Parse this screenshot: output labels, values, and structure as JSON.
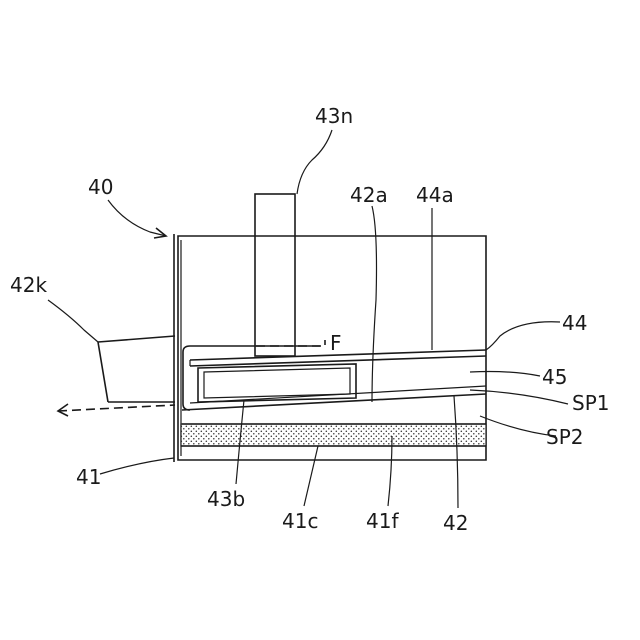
{
  "labels": {
    "l43n": "43n",
    "l40": "40",
    "l42a": "42a",
    "l44a": "44a",
    "l42k": "42k",
    "l44": "44",
    "lF": "F",
    "l45": "45",
    "lSP1": "SP1",
    "lSP2": "SP2",
    "l41": "41",
    "l43b": "43b",
    "l41c": "41c",
    "l41f": "41f",
    "l42": "42"
  }
}
